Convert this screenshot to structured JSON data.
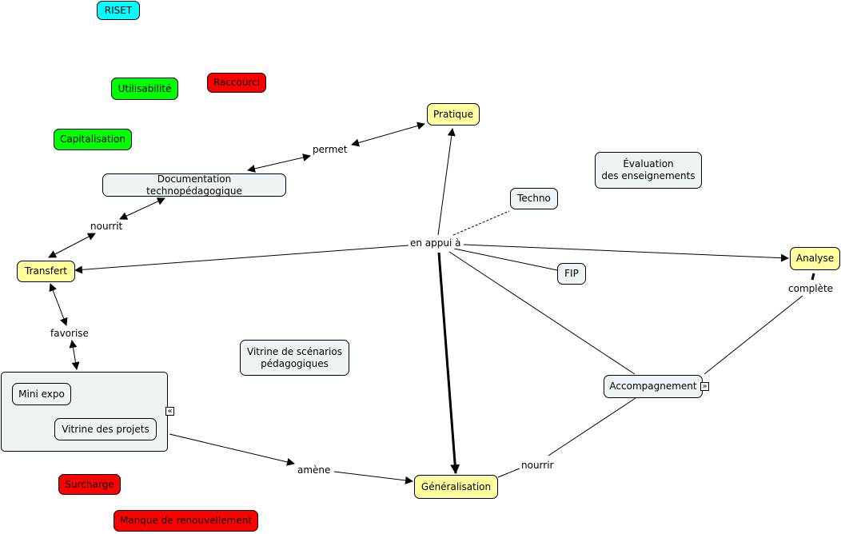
{
  "tags": {
    "riset": "RISET",
    "utilisabilite": "Utilisabilité",
    "raccourci": "Raccourci",
    "capitalisation": "Capitalisation",
    "surcharge": "Surcharge",
    "manque": "Manque de renouvellement"
  },
  "concepts": {
    "pratique": "Pratique",
    "documentation": "Documentation technopédagogique",
    "transfert": "Transfert",
    "evaluation": "Évaluation\ndes enseignements",
    "techno": "Techno",
    "analyse": "Analyse",
    "fip": "FIP",
    "vitrine_scenarios": "Vitrine de scénarios\npédagogiques",
    "mini_expo": "Mini expo",
    "vitrine_projets": "Vitrine des projets",
    "accompagnement": "Accompagnement",
    "generalisation": "Généralisation"
  },
  "linking_phrases": {
    "permet": "permet",
    "nourrit": "nourrit",
    "favorise": "favorise",
    "en_appui": "en appui à",
    "complete": "complète",
    "amene": "amène",
    "nourrir": "nourrir"
  },
  "toggles": {
    "collapse": "«",
    "expand": "»"
  },
  "colors": {
    "default_node": "#eef3f6",
    "highlight_node": "#ffffa0",
    "positive_tag": "#00ff00",
    "negative_tag": "#ff0000",
    "riset_tag": "#00ffff"
  }
}
